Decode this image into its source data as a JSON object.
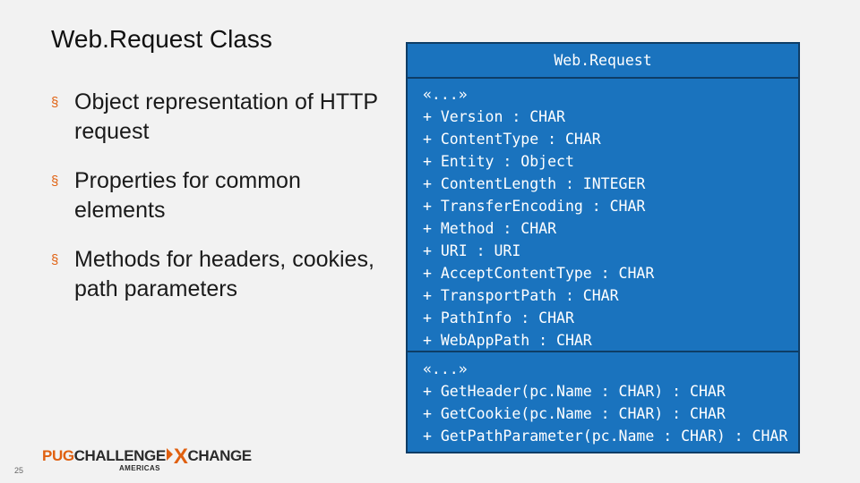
{
  "slide": {
    "title": "Web.Request Class",
    "bullets": [
      "Object representation of HTTP request",
      "Properties for common elements",
      "Methods for headers, cookies, path parameters"
    ],
    "bullet_marker": "§",
    "page_number": "25"
  },
  "uml": {
    "class_name": "Web.Request",
    "properties_stereotype": "«...»",
    "properties": [
      "+ Version : CHAR",
      "+ ContentType : CHAR",
      "+ Entity : Object",
      "+ ContentLength : INTEGER",
      "+ TransferEncoding : CHAR",
      "+ Method : CHAR",
      "+ URI : URI",
      "+ AcceptContentType : CHAR",
      "+ TransportPath : CHAR",
      "+ PathInfo : CHAR",
      "+ WebAppPath : CHAR"
    ],
    "methods_stereotype": "«...»",
    "methods": [
      "+ GetHeader(pc.Name : CHAR) : CHAR",
      "+ GetCookie(pc.Name : CHAR) : CHAR",
      "+ GetPathParameter(pc.Name : CHAR) : CHAR"
    ]
  },
  "logo": {
    "pug": "PUG",
    "challenge": "CHALLENGE",
    "x": "X",
    "exchange": "CHANGE",
    "sub": "AMERICAS"
  },
  "colors": {
    "uml_fill": "#1a73be",
    "uml_border": "#0e3d66",
    "accent": "#e06010"
  }
}
